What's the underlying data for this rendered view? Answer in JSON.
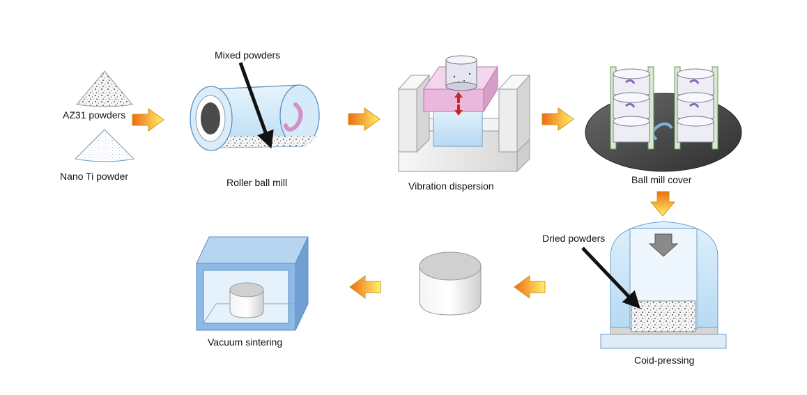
{
  "labels": {
    "az31": "AZ31 powders",
    "nano_ti": "Nano Ti powder",
    "mixed_powders": "Mixed powders",
    "roller_ball_mill": "Roller ball mill",
    "vibration_dispersion": "Vibration dispersion",
    "ball_mill_cover": "Ball mill cover",
    "dried_powders": "Dried powders",
    "cold_pressing": "Coid-pressing",
    "vacuum_sintering": "Vacuum sintering"
  },
  "colors": {
    "flow_arrow_light": "#fff36a",
    "flow_arrow_dark": "#ef6b12",
    "equipment_blue": "#cfe8f8",
    "furnace_blue": "#8db9e6",
    "platform_grey": "#4a4a4a",
    "plate_pink": "#e9b8dc",
    "vibration_arrow": "#c62828",
    "jar_green": "#d6ebcc"
  }
}
